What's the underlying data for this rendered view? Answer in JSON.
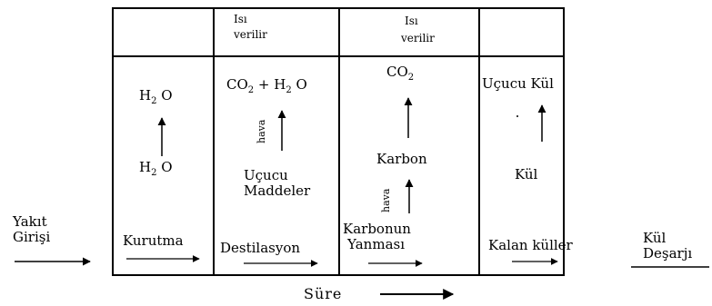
{
  "inlet": {
    "line1": "Yakıt",
    "line2": "Girişi"
  },
  "outlet": {
    "line1": "Kül",
    "line2": "Deşarjı"
  },
  "heat_cells": [
    {
      "line1": "Isı",
      "line2": "verilir"
    },
    {
      "line1": "Isı",
      "line2": "verilir"
    }
  ],
  "stages": {
    "drying": {
      "top": {
        "base": "H",
        "sub": "2",
        "rest": "O"
      },
      "bottom": {
        "base": "H",
        "sub": "2",
        "rest": "O"
      },
      "label": "Kurutma"
    },
    "distillation": {
      "top": {
        "a": "CO",
        "a_sub": "2",
        "plus": " + H",
        "b_sub": "2",
        "b_rest": " O"
      },
      "air": "hava",
      "product_line1": "Uçucu",
      "product_line2": "Maddeler",
      "label": "Destilasyon"
    },
    "carbon_burning": {
      "top": {
        "base": "CO",
        "sub": "2"
      },
      "middle": "Karbon",
      "air": "hava",
      "label_line1": "Karbonun",
      "label_line2": "Yanması"
    },
    "ash": {
      "top": "Uçucu Kül",
      "middle": "Kül",
      "label": "Kalan küller"
    }
  },
  "time_axis": {
    "label": "Süre"
  }
}
